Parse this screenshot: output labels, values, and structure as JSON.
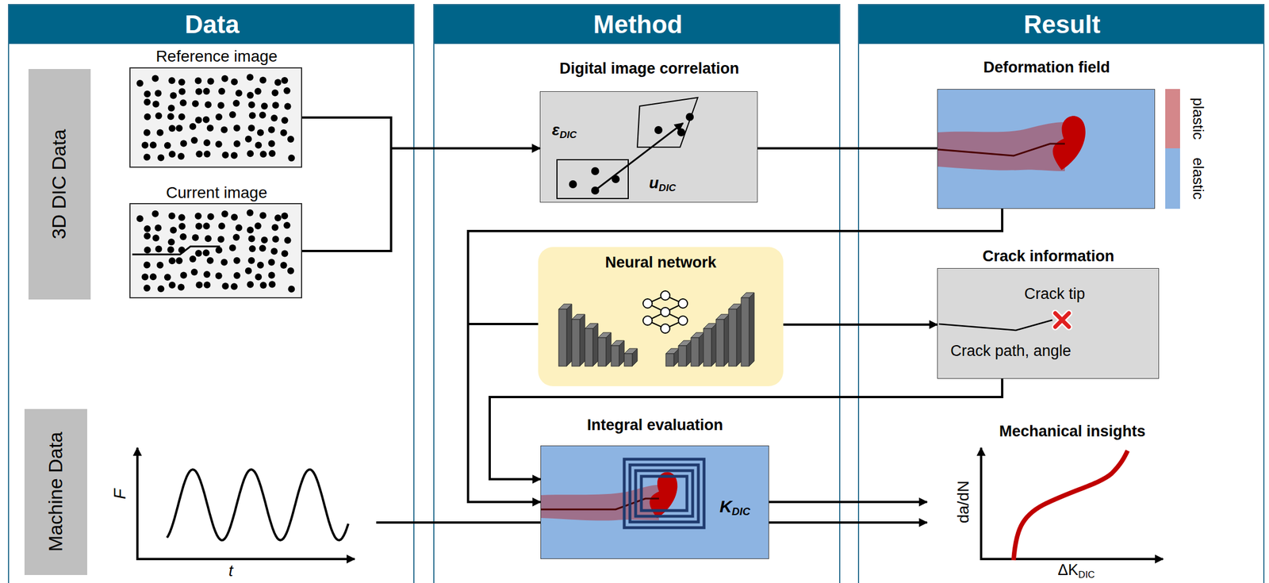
{
  "diagram": {
    "nodes": [
      {
        "text": [
          "Data"
        ]
      },
      {
        "text": [
          "Method"
        ]
      },
      {
        "text": [
          "Result"
        ]
      },
      {
        "text": [
          "3D DIC Data"
        ],
        "in": 0
      },
      {
        "text": [
          "Reference image"
        ],
        "in": 0
      },
      {
        "text": [
          "Current image"
        ],
        "in": 0
      },
      {
        "text": [
          "Machine Data"
        ],
        "in": 0
      },
      {
        "text": [
          "F",
          "t"
        ],
        "in": 0
      },
      {
        "text": [
          "Digital image correlation",
          "εDIC",
          "uDIC"
        ],
        "in": 1
      },
      {
        "text": [
          "Neural network"
        ],
        "in": 1
      },
      {
        "text": [
          "Integral evaluation",
          "KDIC"
        ],
        "in": 1
      },
      {
        "text": [
          "Deformation field"
        ],
        "in": 2
      },
      {
        "text": [
          "Crack information",
          "Crack tip",
          "Crack path, angle"
        ],
        "in": 2
      },
      {
        "text": [
          "Mechanical insights",
          "da/dN",
          "ΔKDIC"
        ],
        "in": 2
      }
    ],
    "edges": [
      {
        "from": 4,
        "to": 8,
        "arrow": "to"
      },
      {
        "from": 5,
        "to": 8,
        "arrow": "to"
      },
      {
        "from": 8,
        "to": 11,
        "arrow": "none"
      },
      {
        "from": 11,
        "to": 9,
        "arrow": "none"
      },
      {
        "from": 11,
        "to": 10,
        "arrow": "to"
      },
      {
        "from": 9,
        "to": 12,
        "arrow": "to"
      },
      {
        "from": 12,
        "to": 10,
        "arrow": "to"
      },
      {
        "from": 7,
        "to": 10,
        "arrow": "none"
      },
      {
        "from": 10,
        "to": 13,
        "arrow": "to"
      },
      {
        "from": 10,
        "to": 13,
        "arrow": "to"
      }
    ],
    "legend": [
      {
        "text": "plastic",
        "color": "#d4878a"
      },
      {
        "text": "elastic",
        "color": "#8db4e2"
      }
    ]
  }
}
